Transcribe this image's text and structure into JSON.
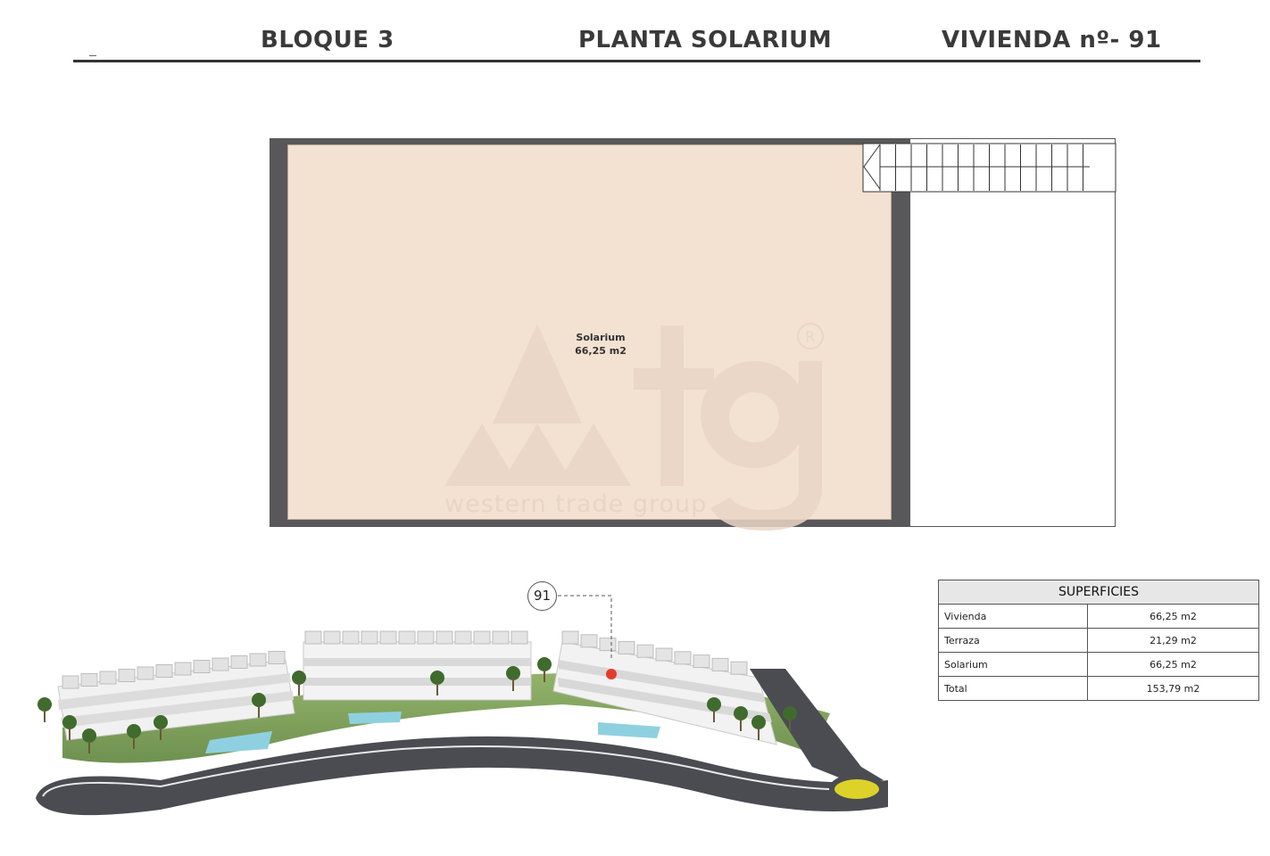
{
  "header": {
    "bloque": "BLOQUE 3",
    "planta": "PLANTA SOLARIUM",
    "vivienda": "VIVIENDA nº- 91"
  },
  "plan": {
    "room_name": "Solarium",
    "room_area": "66,25 m2",
    "watermark_text": "western trade group",
    "colors": {
      "room_fill": "#f3e1d2",
      "wall": "#58585a"
    }
  },
  "site": {
    "callout_number": "91"
  },
  "superficies": {
    "title": "SUPERFICIES",
    "rows": [
      {
        "label": "Vivienda",
        "value": "66,25 m2"
      },
      {
        "label": "Terraza",
        "value": "21,29 m2"
      },
      {
        "label": "Solarium",
        "value": "66,25 m2"
      },
      {
        "label": "Total",
        "value": "153,79 m2"
      }
    ]
  }
}
